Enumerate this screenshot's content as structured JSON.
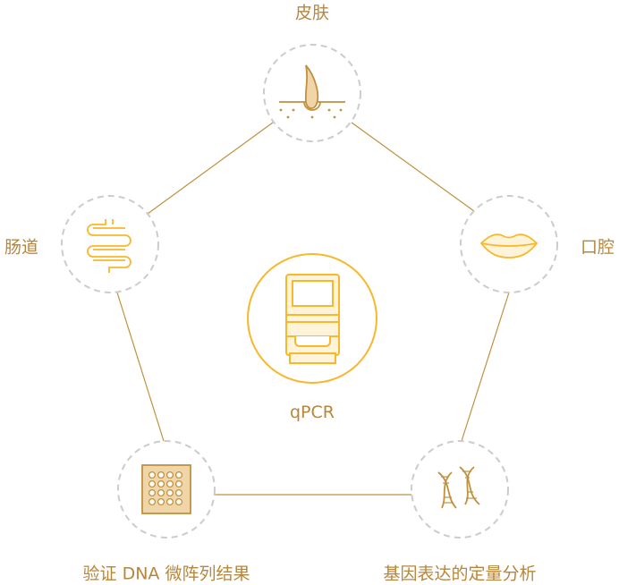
{
  "center": {
    "label": "qPCR",
    "icon": "qpcr-machine-icon"
  },
  "nodes": [
    {
      "label": "皮肤",
      "icon": "skin-hair-icon"
    },
    {
      "label": "口腔",
      "icon": "lips-icon"
    },
    {
      "label": "基因表达的定量分析",
      "icon": "dna-icon"
    },
    {
      "label": "验证 DNA 微阵列结果",
      "icon": "microarray-icon"
    },
    {
      "label": "肠道",
      "icon": "intestine-icon"
    }
  ],
  "colors": {
    "line": "#c0913f",
    "text": "#b8863b",
    "accent": "#f9b72a",
    "dashed": "#cccccc",
    "fill": "#f0d5a8"
  }
}
